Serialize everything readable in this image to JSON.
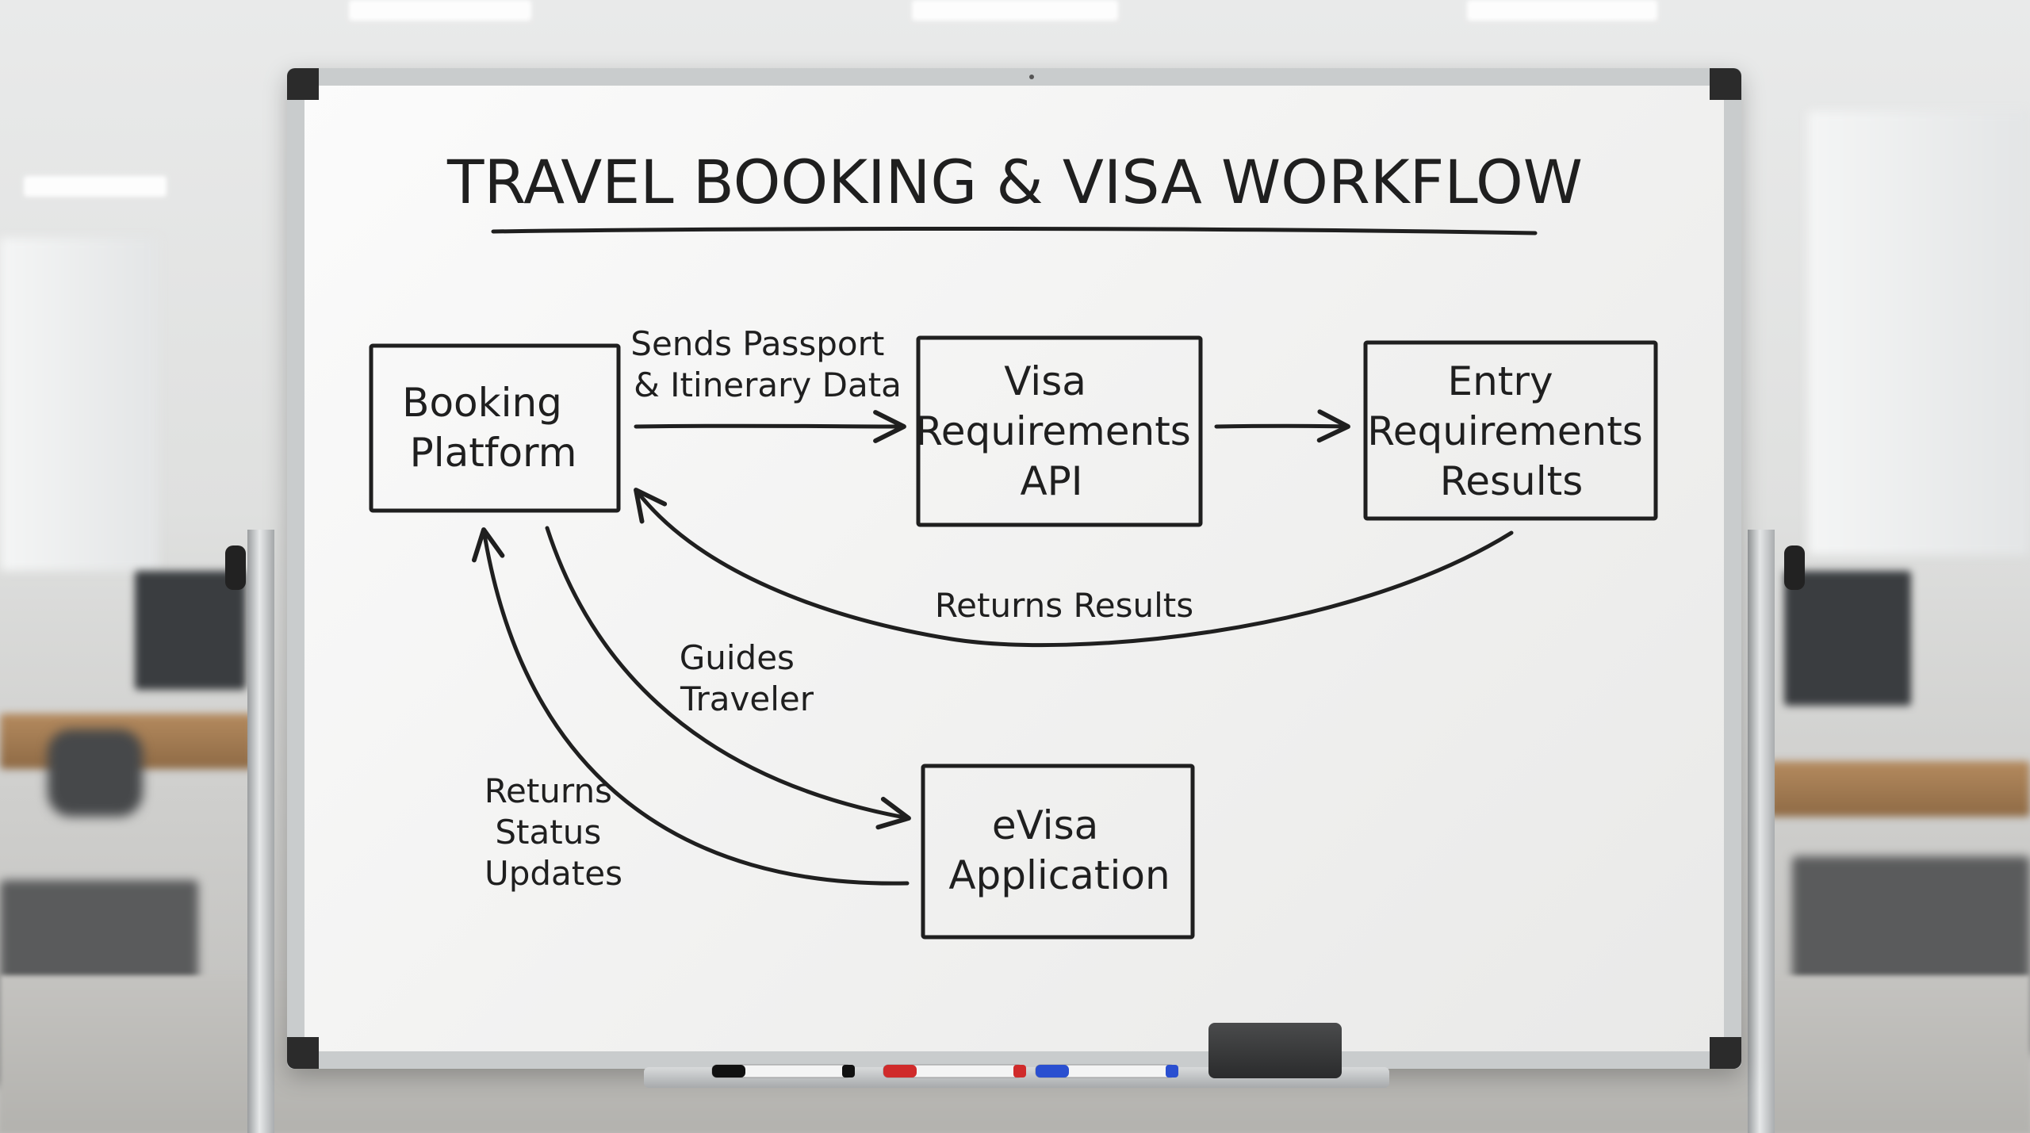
{
  "title": "TRAVEL BOOKING & VISA WORKFLOW",
  "nodes": [
    {
      "id": "booking",
      "lines": [
        "Booking",
        "Platform"
      ]
    },
    {
      "id": "visa_api",
      "lines": [
        "Visa",
        "Requirements",
        "API"
      ]
    },
    {
      "id": "entry",
      "lines": [
        "Entry",
        "Requirements",
        "Results"
      ]
    },
    {
      "id": "evisa",
      "lines": [
        "eVisa",
        "Application"
      ]
    }
  ],
  "edges": [
    {
      "from": "booking",
      "to": "visa_api",
      "label_lines": [
        "Sends Passport",
        "& Itinerary Data"
      ]
    },
    {
      "from": "visa_api",
      "to": "entry",
      "label_lines": []
    },
    {
      "from": "entry",
      "to": "booking",
      "label_lines": [
        "Returns Results"
      ]
    },
    {
      "from": "booking",
      "to": "evisa",
      "label_lines": [
        "Guides",
        "Traveler"
      ]
    },
    {
      "from": "evisa",
      "to": "booking",
      "label_lines": [
        "Returns",
        "Status",
        "Updates"
      ]
    }
  ],
  "colors": {
    "ink": "#1f1f1f",
    "marker_black": "#111111",
    "marker_red": "#d02b2b",
    "marker_blue": "#2a4fd0"
  }
}
